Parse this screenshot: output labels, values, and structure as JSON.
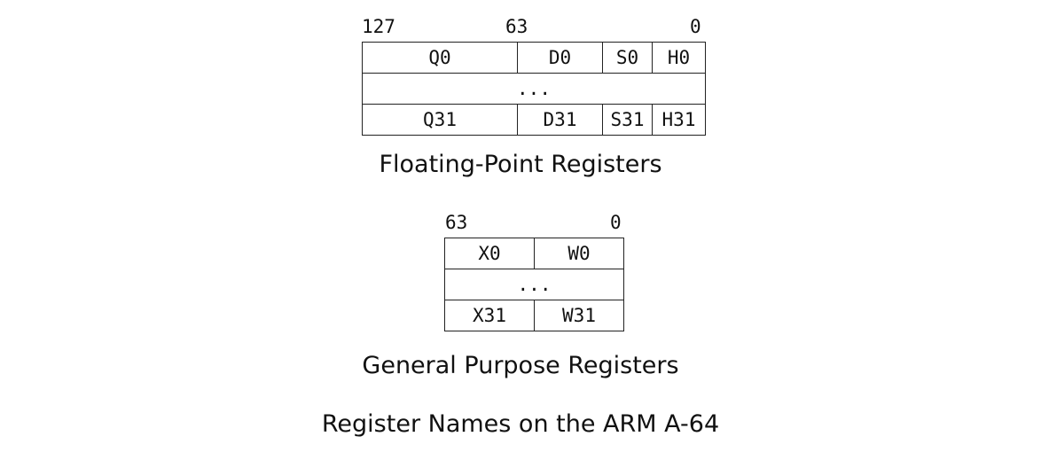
{
  "floating_point": {
    "bit_labels": {
      "high": "127",
      "mid": "63",
      "low": "0"
    },
    "first_row": {
      "q": "Q0",
      "d": "D0",
      "s": "S0",
      "h": "H0"
    },
    "ellipsis": "...",
    "last_row": {
      "q": "Q31",
      "d": "D31",
      "s": "S31",
      "h": "H31"
    },
    "caption": "Floating-Point Registers"
  },
  "general_purpose": {
    "bit_labels": {
      "high": "63",
      "low": "0"
    },
    "first_row": {
      "x": "X0",
      "w": "W0"
    },
    "ellipsis": "...",
    "last_row": {
      "x": "X31",
      "w": "W31"
    },
    "caption": "General Purpose Registers"
  },
  "figure_caption": "Register Names on the ARM A-64"
}
